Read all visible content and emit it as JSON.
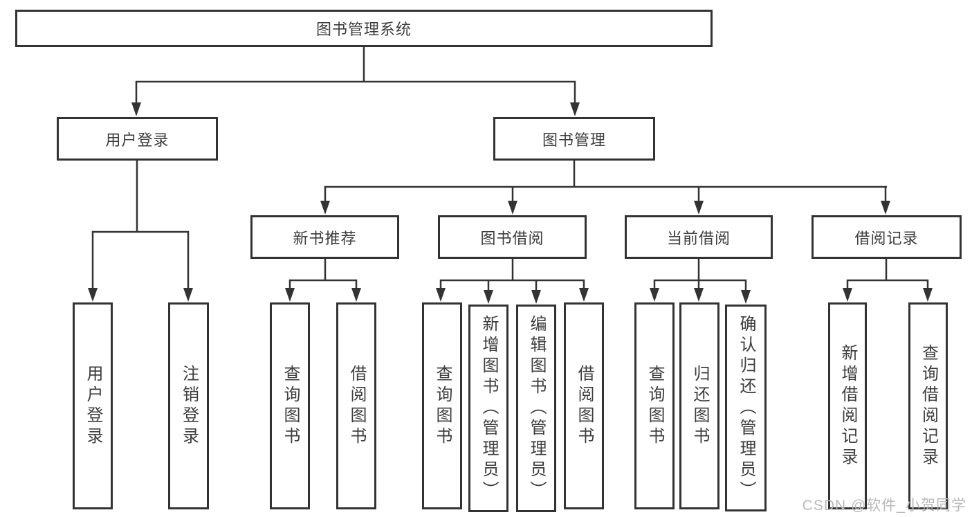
{
  "tree": {
    "label": "图书管理系统",
    "children": [
      {
        "label": "用户登录",
        "children": [
          {
            "label": "用户登录"
          },
          {
            "label": "注销登录"
          }
        ]
      },
      {
        "label": "图书管理",
        "children": [
          {
            "label": "新书推荐",
            "children": [
              {
                "label": "查询图书"
              },
              {
                "label": "借阅图书"
              }
            ]
          },
          {
            "label": "图书借阅",
            "children": [
              {
                "label": "查询图书"
              },
              {
                "label": "新增图书（管理员）"
              },
              {
                "label": "编辑图书（管理员）"
              },
              {
                "label": "借阅图书"
              }
            ]
          },
          {
            "label": "当前借阅",
            "children": [
              {
                "label": "查询图书"
              },
              {
                "label": "归还图书"
              },
              {
                "label": "确认归还（管理员）"
              }
            ]
          },
          {
            "label": "借阅记录",
            "children": [
              {
                "label": "新增借阅记录"
              },
              {
                "label": "查询借阅记录"
              }
            ]
          }
        ]
      }
    ]
  },
  "colors": {
    "line": "#333333",
    "text": "#3d3d3d",
    "watermark": "#b9b9b9"
  },
  "watermark": "CSDN @软件_小贺同学"
}
